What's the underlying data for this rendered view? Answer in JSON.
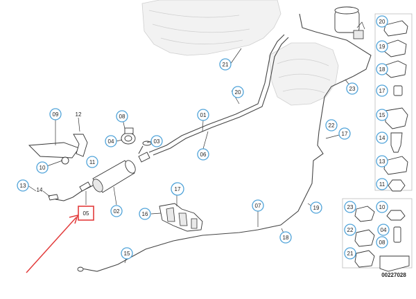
{
  "diagram_id": "00227028",
  "highlighted_label": "05",
  "colors": {
    "callout_border": "#4fa3d9",
    "highlight": "#e23b3b"
  },
  "callouts": [
    "20",
    "19",
    "18",
    "17",
    "15",
    "14",
    "13",
    "11",
    "10",
    "23",
    "08",
    "22",
    "04",
    "21",
    "01",
    "09",
    "12",
    "06",
    "03",
    "05",
    "02",
    "07",
    "16",
    "15",
    "18",
    "19",
    "22",
    "17",
    "13",
    "14",
    "10",
    "11",
    "21",
    "20",
    "23"
  ]
}
